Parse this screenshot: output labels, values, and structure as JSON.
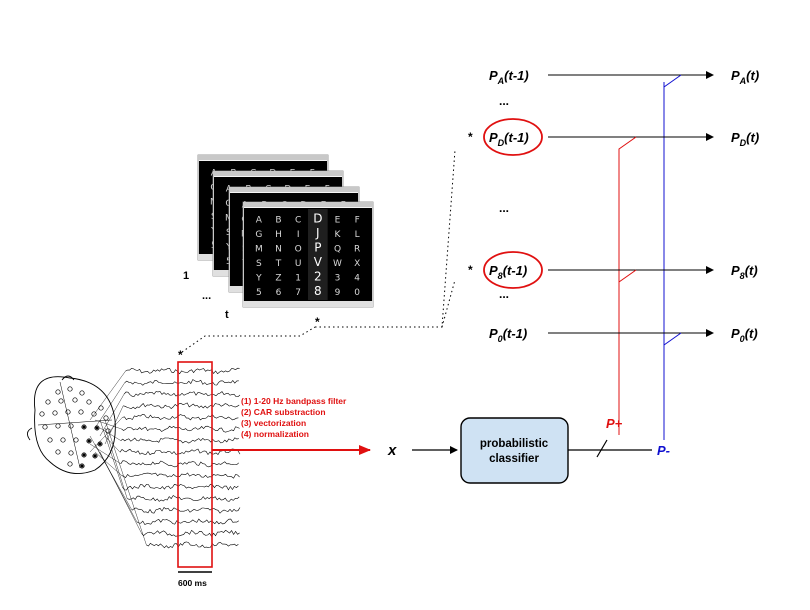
{
  "probabilities": [
    {
      "key": "A",
      "left": "P_A(t-1)",
      "right": "P_A(t)",
      "circled": false,
      "starred": false
    },
    {
      "key": "D",
      "left": "P_D(t-1)",
      "right": "P_D(t)",
      "circled": true,
      "starred": true
    },
    {
      "key": "8",
      "left": "P_8(t-1)",
      "right": "P_8(t)",
      "circled": true,
      "starred": true
    },
    {
      "key": "0",
      "left": "P_0(t-1)",
      "right": "P_0(t)",
      "circled": false,
      "starred": false
    }
  ],
  "ellipsis": "...",
  "star": "*",
  "speller": {
    "rows": [
      [
        "A",
        "B",
        "C",
        "D",
        "E",
        "F"
      ],
      [
        "G",
        "H",
        "I",
        "J",
        "K",
        "L"
      ],
      [
        "M",
        "N",
        "O",
        "P",
        "Q",
        "R"
      ],
      [
        "S",
        "T",
        "U",
        "V",
        "W",
        "X"
      ],
      [
        "Y",
        "Z",
        "1",
        "2",
        "3",
        "4"
      ],
      [
        "5",
        "6",
        "7",
        "8",
        "9",
        "0"
      ]
    ],
    "highlight_column": 3,
    "stack_first_label": "1",
    "stack_ellipsis": "...",
    "stack_last_label": "t"
  },
  "processing_steps": [
    "(1) 1-20 Hz bandpass filter",
    "(2) CAR substraction",
    "(3) vectorization",
    "(4) normalization"
  ],
  "feature_vector_label": "x",
  "classifier_label": [
    "probabilistic",
    "classifier"
  ],
  "p_plus_label": "P+",
  "p_minus_label": "P-",
  "scale_bar_label": "600 ms",
  "colors": {
    "positive": "#e01010",
    "negative": "#1010d0",
    "classifier_fill": "#cfe2f3",
    "speller_bg": "#000000"
  }
}
